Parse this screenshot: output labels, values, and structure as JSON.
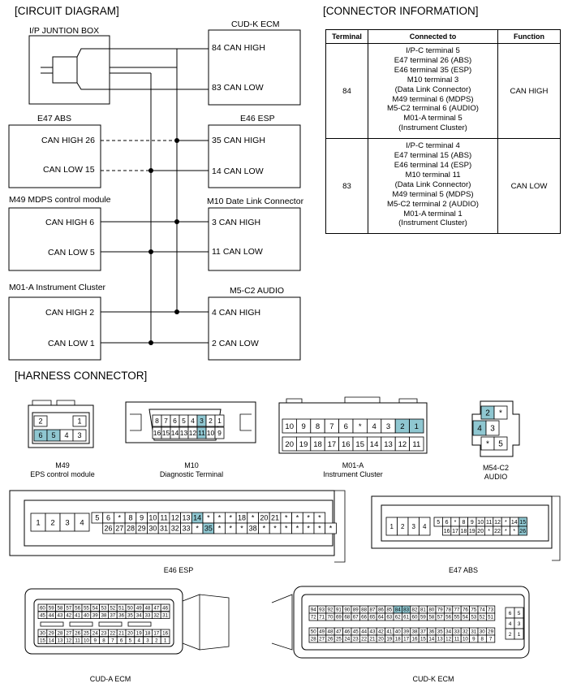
{
  "sections": {
    "circuit": "[CIRCUIT DIAGRAM]",
    "connector": "[CONNECTOR INFORMATION]",
    "harness": "[HARNESS CONNECTOR]"
  },
  "circuit": {
    "ip_box": "I/P JUNTION BOX",
    "right_modules": [
      {
        "title": "CUD-K ECM",
        "high": "84 CAN HIGH",
        "low": "83 CAN LOW"
      },
      {
        "title": "E46 ESP",
        "high": "35 CAN HIGH",
        "low": "14 CAN LOW"
      },
      {
        "title": "M10 Date Link Connector",
        "high": "3 CAN HIGH",
        "low": "11 CAN LOW"
      },
      {
        "title": "M5-C2 AUDIO",
        "high": "4 CAN HIGH",
        "low": "2 CAN LOW"
      }
    ],
    "left_modules": [
      {
        "title": "E47 ABS",
        "high": "CAN HIGH 26",
        "low": "CAN LOW 15"
      },
      {
        "title": "M49 MDPS control module",
        "high": "CAN HIGH 6",
        "low": "CAN LOW 5"
      },
      {
        "title": "M01-A Instrument Cluster",
        "high": "CAN HIGH 2",
        "low": "CAN LOW 1"
      }
    ]
  },
  "connector_table": {
    "headers": [
      "Terminal",
      "Connected to",
      "Function"
    ],
    "rows": [
      {
        "terminal": "84",
        "connected": [
          "I/P-C terminal 5",
          "E47 terminal 26 (ABS)",
          "E46 terminal 35 (ESP)",
          "M10 terminal 3",
          "(Data Link Connector)",
          "M49 terminal 6 (MDPS)",
          "M5-C2 terminal 6 (AUDIO)",
          "M01-A terminal 5",
          "(Instrument Cluster)"
        ],
        "function": "CAN HIGH"
      },
      {
        "terminal": "83",
        "connected": [
          "I/P-C terminal 4",
          "E47 terminal 15 (ABS)",
          "E46 terminal 14 (ESP)",
          "M10 terminal 11",
          "(Data Link Connector)",
          "M49 terminal 5 (MDPS)",
          "M5-C2 terminal 2 (AUDIO)",
          "M01-A terminal 1",
          "(Instrument Cluster)"
        ],
        "function": "CAN LOW"
      }
    ]
  },
  "harness": {
    "m49": {
      "name": "M49",
      "desc": "EPS control module",
      "top": [
        "2",
        "1"
      ],
      "bottom": [
        "6",
        "5",
        "4",
        "3"
      ]
    },
    "m10": {
      "name": "M10",
      "desc": "Diagnostic Terminal",
      "top": [
        "8",
        "7",
        "6",
        "5",
        "4",
        "3",
        "2",
        "1"
      ],
      "bottom": [
        "16",
        "15",
        "14",
        "13",
        "12",
        "11",
        "10",
        "9"
      ]
    },
    "m01a": {
      "name": "M01-A",
      "desc": "Instrument Cluster",
      "top": [
        "10",
        "9",
        "8",
        "7",
        "6",
        "*",
        "4",
        "3",
        "2",
        "1"
      ],
      "bottom": [
        "20",
        "19",
        "18",
        "17",
        "16",
        "15",
        "14",
        "13",
        "12",
        "11"
      ]
    },
    "m54": {
      "name": "M54-C2",
      "desc": "AUDIO",
      "cells": [
        "2",
        "*",
        "4",
        "3",
        "*",
        "5"
      ]
    },
    "e46": {
      "name": "E46 ESP",
      "left": [
        "1",
        "2",
        "3",
        "4"
      ],
      "top": [
        "5",
        "6",
        "*",
        "8",
        "9",
        "10",
        "11",
        "12",
        "13",
        "14",
        "*",
        "*",
        "*",
        "18",
        "*",
        "20",
        "21",
        "*",
        "*",
        "*",
        "*"
      ],
      "bottom": [
        "26",
        "27",
        "28",
        "29",
        "30",
        "31",
        "32",
        "33",
        "*",
        "35",
        "*",
        "*",
        "*",
        "38",
        "*",
        "*",
        "*",
        "*",
        "*",
        "*",
        "*"
      ]
    },
    "e47": {
      "name": "E47 ABS",
      "left": [
        "1",
        "2",
        "3",
        "4"
      ],
      "top": [
        "5",
        "6",
        "*",
        "8",
        "9",
        "10",
        "11",
        "12",
        "*",
        "14",
        "15"
      ],
      "bottom": [
        "16",
        "17",
        "18",
        "19",
        "20",
        "*",
        "22",
        "*",
        "*",
        "26"
      ]
    },
    "cuda": {
      "name": "CUD-A ECM",
      "rows": [
        [
          "60",
          "59",
          "58",
          "57",
          "56",
          "55",
          "54",
          "53",
          "52",
          "51",
          "50",
          "49",
          "48",
          "47",
          "46"
        ],
        [
          "45",
          "44",
          "43",
          "42",
          "41",
          "40",
          "39",
          "38",
          "37",
          "36",
          "35",
          "34",
          "33",
          "32",
          "31"
        ],
        [
          "30",
          "29",
          "28",
          "27",
          "26",
          "25",
          "24",
          "23",
          "22",
          "21",
          "20",
          "19",
          "18",
          "17",
          "16"
        ],
        [
          "15",
          "14",
          "13",
          "12",
          "11",
          "10",
          "9",
          "8",
          "7",
          "6",
          "5",
          "4",
          "3",
          "2",
          "1"
        ]
      ]
    },
    "cudk": {
      "name": "CUD-K ECM",
      "rows": [
        [
          "94",
          "93",
          "92",
          "91",
          "90",
          "89",
          "88",
          "87",
          "86",
          "85",
          "84",
          "83",
          "82",
          "81",
          "80",
          "79",
          "78",
          "77",
          "76",
          "75",
          "74",
          "73"
        ],
        [
          "72",
          "71",
          "70",
          "69",
          "68",
          "67",
          "66",
          "65",
          "64",
          "63",
          "62",
          "61",
          "60",
          "59",
          "58",
          "57",
          "56",
          "55",
          "54",
          "53",
          "52",
          "51"
        ],
        [
          "50",
          "49",
          "48",
          "47",
          "46",
          "45",
          "44",
          "43",
          "42",
          "41",
          "40",
          "39",
          "38",
          "37",
          "36",
          "35",
          "34",
          "33",
          "32",
          "31",
          "30",
          "29"
        ],
        [
          "28",
          "27",
          "26",
          "25",
          "24",
          "23",
          "22",
          "21",
          "20",
          "19",
          "18",
          "17",
          "16",
          "15",
          "14",
          "13",
          "12",
          "11",
          "10",
          "9",
          "8",
          "7"
        ]
      ],
      "side": [
        "6",
        "5",
        "4",
        "3",
        "2",
        "1"
      ]
    }
  }
}
